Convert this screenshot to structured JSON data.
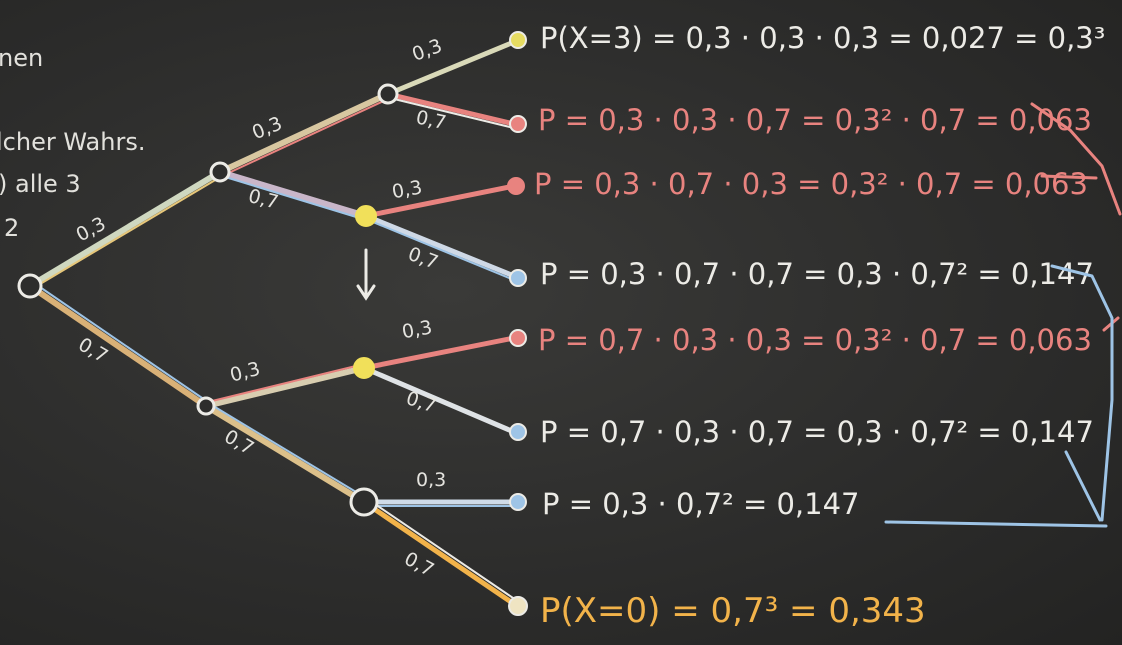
{
  "colors": {
    "board": "#2d2d2c",
    "chalk_white": "#ecebe6",
    "chalk_red": "#e8837f",
    "chalk_orange": "#f2b34a",
    "chalk_yellow": "#f1e05a",
    "chalk_blue": "#9ec4e6"
  },
  "side_notes": {
    "line1": "nen",
    "line2": "lcher Wahrs.",
    "line3": ") alle 3",
    "line4": "2"
  },
  "branch_labels": {
    "l1_top": "0,3",
    "l1_bottom": "0,7",
    "l2_a_top": "0,3",
    "l2_a_bottom": "0,7",
    "l2_b_top": "0,3",
    "l2_b_bottom": "0,7",
    "l3_1": "0,3",
    "l3_2": "0,7",
    "l3_3": "0,3",
    "l3_4": "0,7",
    "l3_5": "0,3",
    "l3_6": "0,7",
    "l3_7": "0,3",
    "l3_8": "0,7"
  },
  "outcomes": [
    {
      "text": "P(X=3) = 0,3 · 0,3 · 0,3 = 0,027 = 0,3³",
      "color": "white"
    },
    {
      "text": "P = 0,3 · 0,3 · 0,7 = 0,3² · 0,7 = 0,063",
      "color": "red"
    },
    {
      "text": "P = 0,3 · 0,7 · 0,3 = 0,3² · 0,7 = 0,063",
      "color": "red"
    },
    {
      "text": "P = 0,3 · 0,7 · 0,7 = 0,3 · 0,7² = 0,147",
      "color": "white"
    },
    {
      "text": "P = 0,7 · 0,3 · 0,3 = 0,3² · 0,7 = 0,063",
      "color": "red"
    },
    {
      "text": "P = 0,7 · 0,3 · 0,7 = 0,3 · 0,7² = 0,147",
      "color": "white"
    },
    {
      "text": "P = 0,3 · 0,7² = 0,147",
      "color": "white"
    },
    {
      "text": "P(X=0) = 0,7³ = 0,343",
      "color": "orange"
    }
  ]
}
